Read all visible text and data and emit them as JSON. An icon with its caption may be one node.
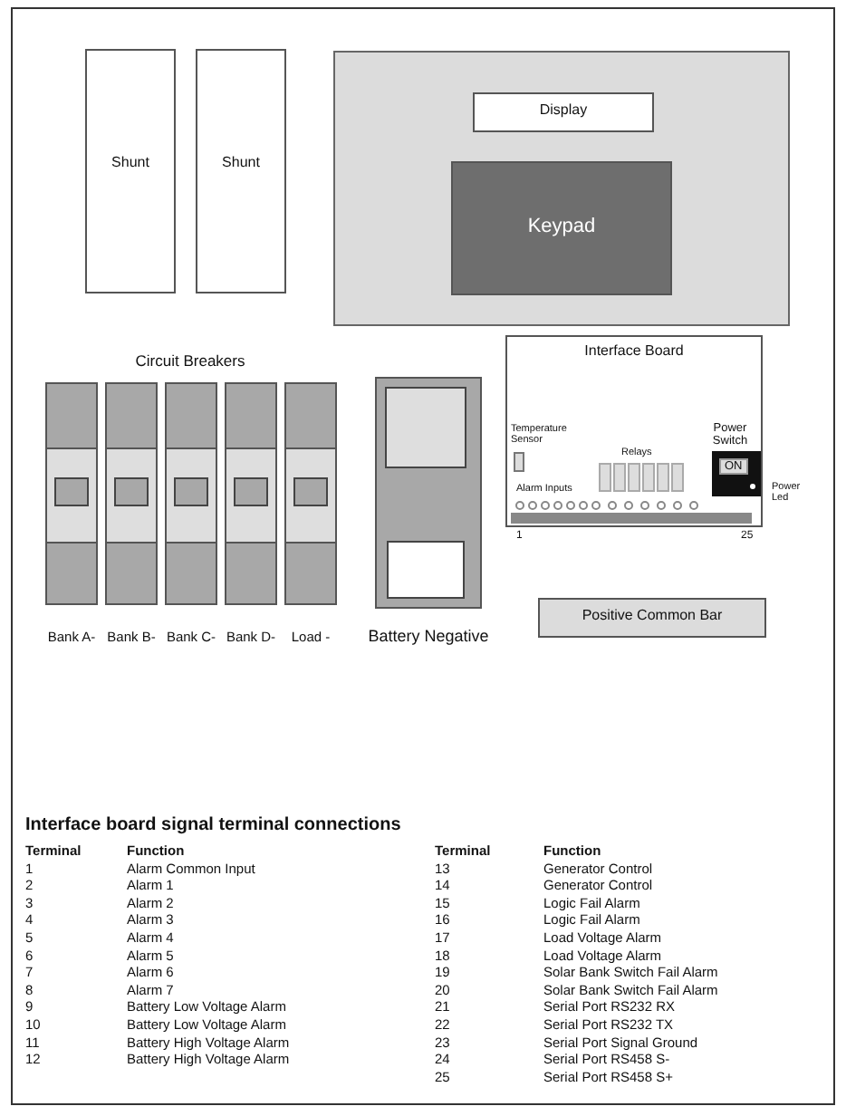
{
  "diagram": {
    "nodes": [
      {
        "text": [
          "Shunt"
        ]
      },
      {
        "text": [
          "Shunt"
        ]
      },
      {
        "text": [],
        "shape": "box"
      },
      {
        "text": [
          "Display"
        ],
        "in": 2
      },
      {
        "text": [
          "Keypad"
        ],
        "in": 2
      },
      {
        "text": [],
        "shape": "box",
        "beside": [
          "Bank A-"
        ]
      },
      {
        "text": [],
        "shape": "box",
        "beside": [
          "Bank B-"
        ]
      },
      {
        "text": [],
        "shape": "box",
        "beside": [
          "Bank C-"
        ]
      },
      {
        "text": [],
        "shape": "box",
        "beside": [
          "Bank D-"
        ]
      },
      {
        "text": [],
        "shape": "box",
        "beside": [
          "Load -"
        ]
      },
      {
        "text": [],
        "shape": "box",
        "beside": [
          "Battery Negative"
        ]
      },
      {
        "text": [
          "Interface Board"
        ]
      },
      {
        "text": [
          "Power Switch",
          "ON"
        ],
        "in": 11
      },
      {
        "text": [
          "Positive Common Bar"
        ]
      }
    ],
    "labels": [
      "Circuit Breakers",
      "Temperature Sensor",
      "Relays",
      "Alarm Inputs",
      "Power Led",
      "1",
      "25",
      "Interface board signal terminal connections",
      "Terminal",
      "Function",
      "Terminal",
      "Function",
      "1",
      "Alarm Common Input",
      "13",
      "Generator Control",
      "2",
      "Alarm 1",
      "14",
      "Generator Control",
      "3",
      "Alarm 2",
      "15",
      "Logic Fail Alarm",
      "4",
      "Alarm 3",
      "16",
      "Logic Fail Alarm",
      "5",
      "Alarm 4",
      "17",
      "Load Voltage Alarm",
      "6",
      "Alarm 5",
      "18",
      "Load Voltage Alarm",
      "7",
      "Alarm 6",
      "19",
      "Solar Bank Switch Fail Alarm",
      "8",
      "Alarm 7",
      "20",
      "Solar Bank Switch Fail Alarm",
      "9",
      "Battery Low Voltage Alarm",
      "21",
      "Serial Port RS232 RX",
      "10",
      "Battery Low Voltage Alarm",
      "22",
      "Serial Port RS232 TX",
      "11",
      "Battery High Voltage Alarm",
      "23",
      "Serial Port Signal Ground",
      "12",
      "Battery High Voltage Alarm",
      "24",
      "Serial Port RS458 S-",
      "25",
      "Serial Port RS458 S+"
    ]
  }
}
